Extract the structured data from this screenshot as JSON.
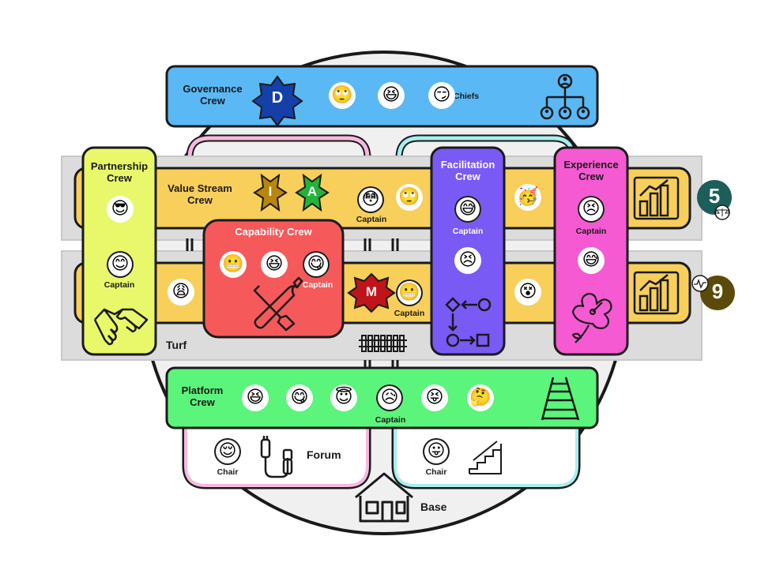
{
  "crews": {
    "governance": {
      "title_line1": "Governance",
      "title_line2": "Crew",
      "role_label": "Chiefs",
      "badge": "D",
      "badge_color": "#1540a8",
      "color": "#5ab8f5"
    },
    "partnership": {
      "title_line1": "Partnership",
      "title_line2": "Crew",
      "role_label": "Captain",
      "color": "#e8f86a"
    },
    "value_stream": {
      "title_line1": "Value Stream",
      "title_line2": "Crew",
      "role_label": "Captain",
      "badge_i": "I",
      "badge_i_color": "#b8860b",
      "badge_a": "A",
      "badge_a_color": "#22b33a",
      "color": "#f7cf5a"
    },
    "capability": {
      "title": "Capability Crew",
      "role_label": "Captain",
      "badge": "M",
      "badge_color": "#c0141a",
      "m_role_label": "Captain",
      "color": "#f5595a"
    },
    "facilitation": {
      "title_line1": "Facilitation",
      "title_line2": "Crew",
      "role_label": "Captain",
      "color": "#7a5af5"
    },
    "experience": {
      "title_line1": "Experience",
      "title_line2": "Crew",
      "role_label": "Captain",
      "color": "#f55ad2"
    },
    "platform": {
      "title_line1": "Platform",
      "title_line2": "Crew",
      "role_label": "Captain",
      "color": "#5af57a"
    }
  },
  "areas": {
    "turf": "Turf",
    "forum": "Forum",
    "base": "Base",
    "forum_chair_label": "Chair",
    "base_chair_label": "Chair"
  },
  "metrics": {
    "value_stream_number": "5",
    "value_stream_number_color": "#1b5e5a",
    "lower_number": "9",
    "lower_number_color": "#5c4a0a"
  },
  "emojis": {
    "gov": [
      "🙄",
      "😆",
      "😏"
    ],
    "partnership": [
      "😎",
      "😊"
    ],
    "value_stream": [
      "😳",
      "🙄",
      "🥳"
    ],
    "lower_band": [
      "😩",
      "😵"
    ],
    "capability": [
      "😬",
      "😆",
      "😋"
    ],
    "m_captain": "😬",
    "facilitation": [
      "😅",
      "😣"
    ],
    "experience": [
      "😣",
      "😅"
    ],
    "platform": [
      "😆",
      "😋",
      "😇",
      "😥",
      "😝",
      "🤔"
    ],
    "forum_chair": "😌",
    "base_chair": "😛"
  }
}
